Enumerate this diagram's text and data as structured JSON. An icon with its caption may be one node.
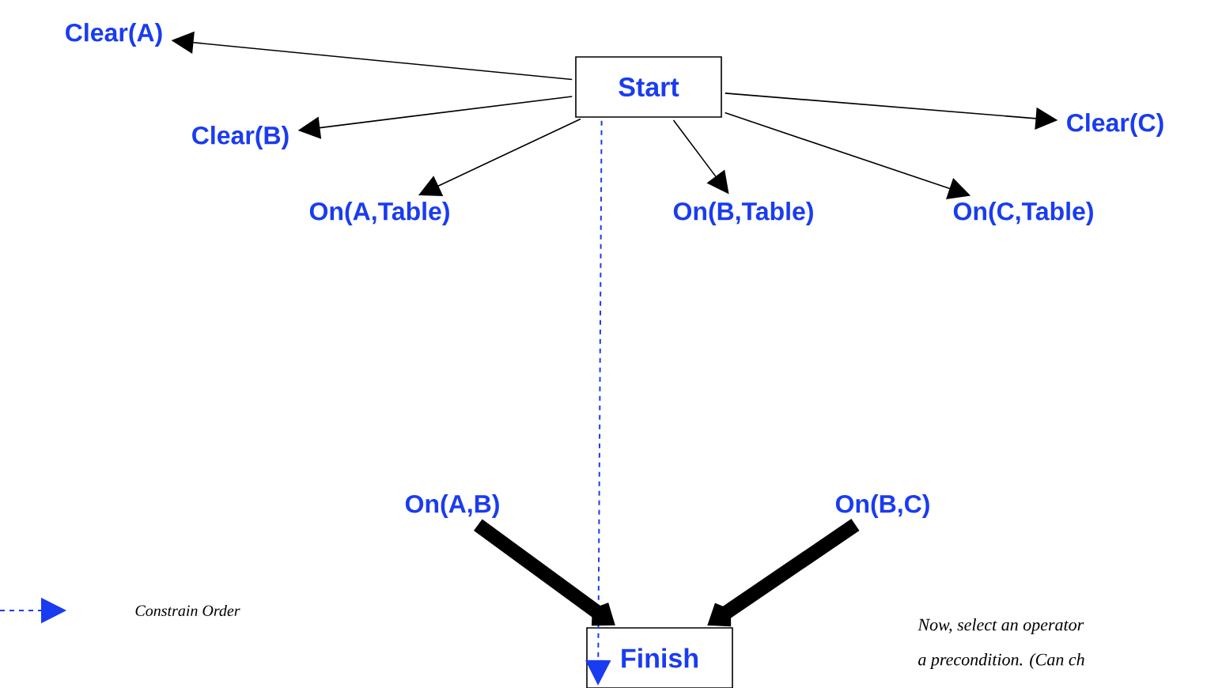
{
  "diagram": {
    "nodes": [
      {
        "text": [
          "Start"
        ]
      },
      {
        "text": [
          "Clear(A)"
        ]
      },
      {
        "text": [
          "Clear(B)"
        ]
      },
      {
        "text": [
          "On(A,Table)"
        ]
      },
      {
        "text": [
          "On(B,Table)"
        ]
      },
      {
        "text": [
          "Clear(C)"
        ]
      },
      {
        "text": [
          "On(C,Table)"
        ]
      },
      {
        "text": [
          "On(A,B)"
        ]
      },
      {
        "text": [
          "On(B,C)"
        ]
      },
      {
        "text": [
          "Finish"
        ]
      }
    ],
    "edges": [
      {
        "from": 0,
        "to": 1,
        "arrow": "to"
      },
      {
        "from": 0,
        "to": 2,
        "arrow": "to"
      },
      {
        "from": 0,
        "to": 3,
        "arrow": "to"
      },
      {
        "from": 0,
        "to": 4,
        "arrow": "to"
      },
      {
        "from": 0,
        "to": 5,
        "arrow": "to"
      },
      {
        "from": 0,
        "to": 6,
        "arrow": "to"
      },
      {
        "from": 0,
        "to": 9,
        "arrow": "to",
        "style": "dashed",
        "color": "#1a3cf0"
      },
      {
        "from": 7,
        "to": 9,
        "arrow": "to",
        "style": "thick"
      },
      {
        "from": 8,
        "to": 9,
        "arrow": "to",
        "style": "thick"
      }
    ],
    "labels": [
      "Now, select an operator",
      "a precondition.  (Can ch"
    ],
    "legend": [
      {
        "text": "Constrain Order"
      }
    ]
  }
}
